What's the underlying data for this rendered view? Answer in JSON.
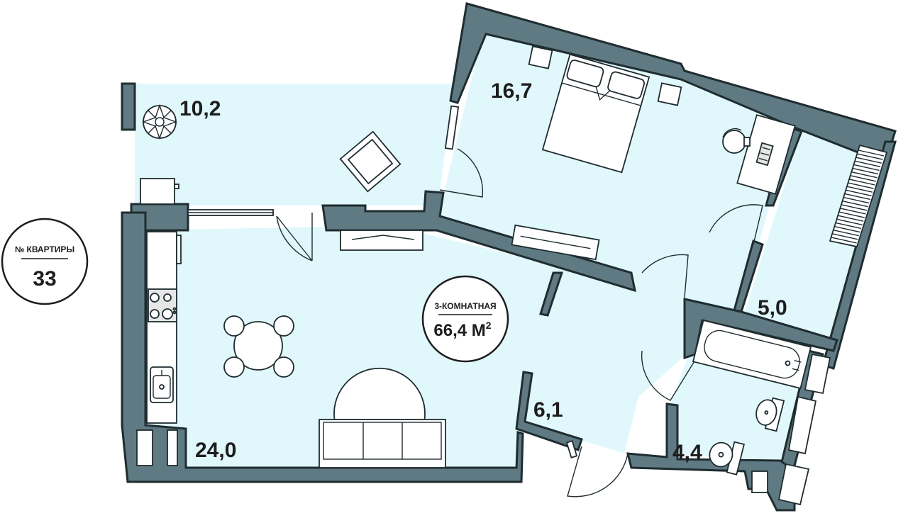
{
  "apartment_badge": {
    "label": "№ КВАРТИРЫ",
    "number": "33"
  },
  "summary_badge": {
    "rooms_label": "3-КОМНАТНАЯ",
    "area_value": "66,4 М",
    "area_superscript": "2"
  },
  "rooms": [
    {
      "id": "balcony",
      "area": "10,2"
    },
    {
      "id": "bedroom",
      "area": "16,7"
    },
    {
      "id": "wardrobe",
      "area": "5,0"
    },
    {
      "id": "hallway",
      "area": "6,1"
    },
    {
      "id": "bathroom",
      "area": "4,4"
    },
    {
      "id": "living-kitchen",
      "area": "24,0"
    }
  ],
  "colors": {
    "floor": "#e0f8fb",
    "wall": "#5f7a82",
    "outline": "#1f2c30"
  }
}
